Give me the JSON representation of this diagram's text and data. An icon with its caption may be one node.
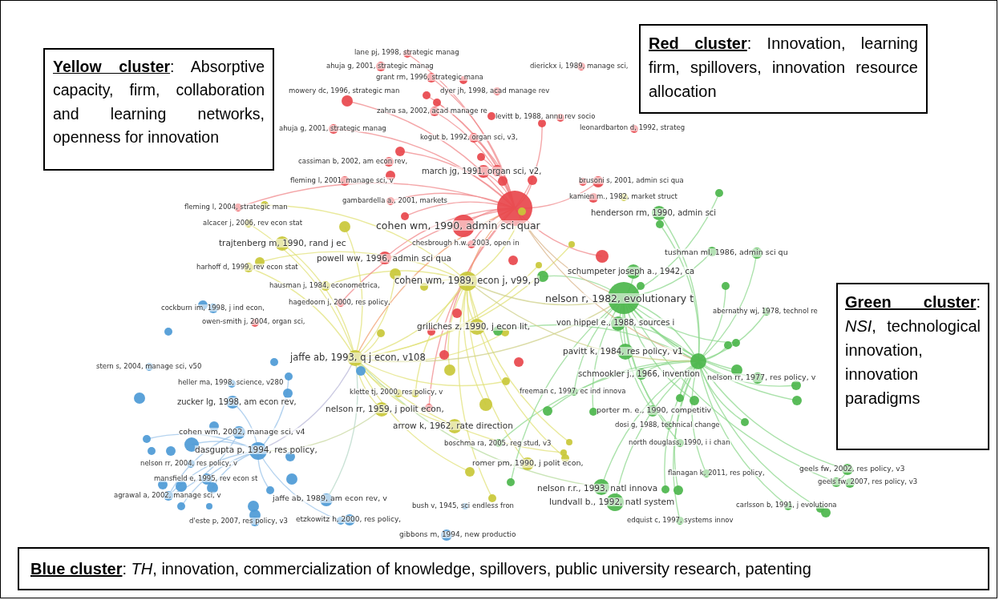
{
  "diagram": {
    "nodes": [
      {
        "text": [
          "**Yellow cluster**: Absorptive capacity, firm, collaboration and learning networks, openness for innovation"
        ]
      },
      {
        "text": [
          "**Red cluster**: Innovation, learning firm, spillovers, innovation resource allocation"
        ]
      },
      {
        "text": [
          "**Green cluster**: *NSI*, technological innovation, innovation paradigms"
        ]
      },
      {
        "text": [
          "**Blue cluster**: *TH*, innovation, commercialization of knowledge, spillovers, public university research, patenting"
        ]
      }
    ],
    "labels": [
      "lane pj, 1998, strategic manag",
      "ahuja g, 2001, strategic manag",
      "grant rm, 1996, strategic mana",
      "dierickx i, 1989, manage sci,",
      "mowery dc, 1996, strategic man",
      "dyer jh, 1998, acad manage rev",
      "zahra sa, 2002, acad manage re",
      "levitt b, 1988, annu rev socio",
      "ahuja g, 2001, strategic manag",
      "leonardbarton d, 1992, strateg",
      "kogut b, 1992, organ sci, v3,",
      "cassiman b, 2002, am econ rev,",
      "march jg, 1991, organ sci, v2,",
      "fleming l, 2001, manage sci, v",
      "brusoni s, 2001, admin sci qua",
      "kamien m., 1982, market struct",
      "gambardella a., 2001, markets",
      "henderson rm, 1990, admin sci",
      "fleming l, 2004, strategic man",
      "alcacer j, 2006, rev econ stat",
      "cohen wm, 1990, admin sci quar",
      "trajtenberg m, 1990, rand j ec",
      "chesbrough h.w., 2003, open in",
      "tushman ml, 1986, admin sci qu",
      "powell ww, 1996, admin sci qua",
      "harhoff d, 1999, rev econ stat",
      "schumpeter joseph a., 1942, ca",
      "cohen wm, 1989, econ j, v99, p",
      "hausman j, 1984, econometrica,",
      "nelson r, 1982, evolutionary t",
      "hagedoorn j, 2000, res policy,",
      "abernathy wj, 1978, technol re",
      "cockburn im, 1998, j ind econ,",
      "owen-smith j, 2004, organ sci,",
      "griliches z, 1990, j econ lit,",
      "von hippel e., 1988, sources i",
      "pavitt k, 1984, res policy, v1",
      "jaffe ab, 1993, q j econ, v108",
      "stern s, 2004, manage sci, v50",
      "schmookler j., 1966, invention",
      "nelson rr, 1977, res policy, v",
      "heller ma, 1998, science, v280",
      "zucker lg, 1998, am econ rev,",
      "klette tj, 2000, res policy, v",
      "freeman c, 1997, ec ind innova",
      "nelson rr, 1959, j polit econ,",
      "porter m. e., 1990, competitiv",
      "arrow k, 1962, rate direction",
      "dosi g, 1988, technical change",
      "cohen wm, 2002, manage sci, v4",
      "dasgupta p, 1994, res policy,",
      "boschma ra, 2005, reg stud, v3",
      "north douglass, 1990, i i chan",
      "nelson rr, 2004, res policy, v",
      "romer pm, 1990, j polit econ,",
      "geels fw, 2002, res policy, v3",
      "mansfield e, 1995, rev econ st",
      "flanagan k, 2011, res policy,",
      "geels fw, 2007, res policy, v3",
      "nelson r.r., 1993, natl innova",
      "agrawal a, 2002, manage sci, v",
      "lundvall b., 1992, natl system",
      "jaffe ab, 1989, am econ rev, v",
      "carlsson b, 1991, j evolutiona",
      "d'este p, 2007, res policy, v3",
      "etzkowitz h, 2000, res policy,",
      "bush v, 1945, sci endless fron",
      "edquist c, 1997, systems innov",
      "gibbons m, 1994, new productio"
    ]
  }
}
